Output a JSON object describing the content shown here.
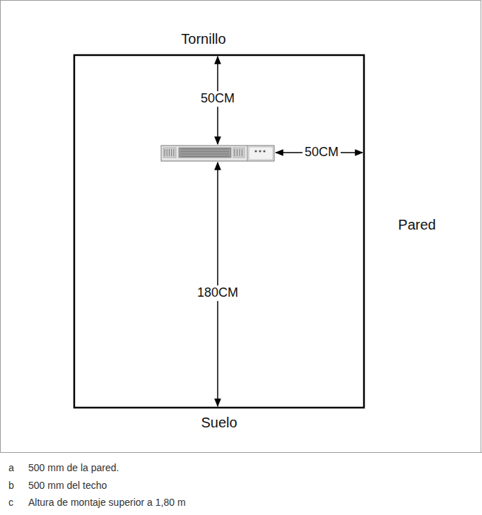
{
  "diagram": {
    "labels": [
      "Tornillo",
      "50CM",
      "50CM",
      "180CM",
      "Pared",
      "Suelo",
      "a",
      "500 mm de la pared.",
      "b",
      "500 mm del techo",
      "c",
      "Altura de montaje superior a 1,80 m"
    ]
  }
}
